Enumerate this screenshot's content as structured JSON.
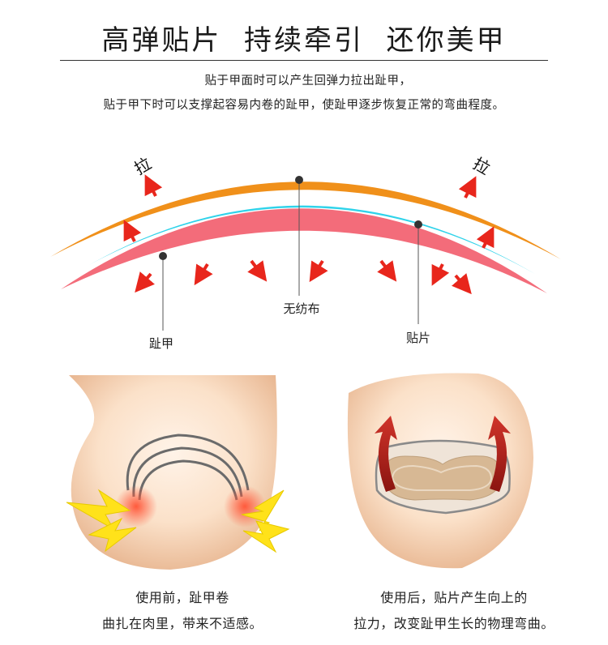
{
  "header": {
    "title": "高弹贴片  持续牵引  还你美甲",
    "desc_line1": "贴于甲面时可以产生回弹力拉出趾甲，",
    "desc_line2": "贴于甲下时可以支撑起容易内卷的趾甲，使趾甲逐步恢复正常的弯曲程度。"
  },
  "diagram": {
    "pull_left": "拉",
    "pull_right": "拉",
    "label_toenail": "趾甲",
    "label_nonwoven": "无纺布",
    "label_patch": "贴片",
    "colors": {
      "patch_orange": "#F0901A",
      "nonwoven_cyan": "#2FD3EA",
      "nail_pink": "#F36C7A",
      "arrow_red": "#E8261C"
    }
  },
  "panels": {
    "before": {
      "caption_line1": "使用前，趾甲卷",
      "caption_line2": "曲扎在肉里，带来不适感。"
    },
    "after": {
      "caption_line1": "使用后，贴片产生向上的",
      "caption_line2": "拉力，改变趾甲生长的物理弯曲。"
    }
  }
}
